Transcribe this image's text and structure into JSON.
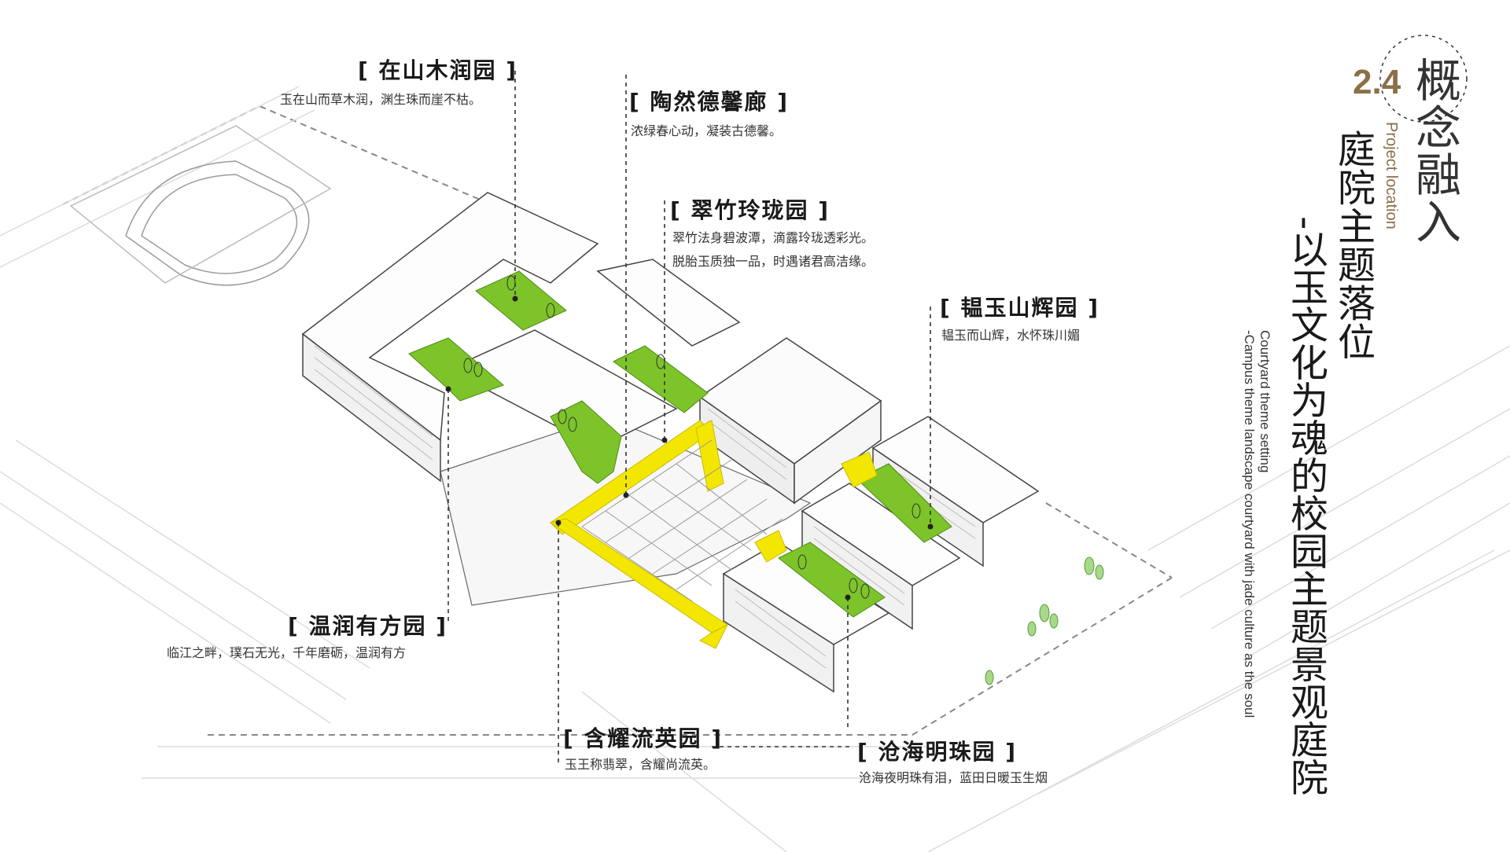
{
  "heading": {
    "number": "2.4",
    "title": "概念融入",
    "subtitle_en": "Project location"
  },
  "theme": {
    "line1": "庭院主题落位",
    "line2": "-以玉文化为魂的校园主题景观庭院",
    "en_line1": "Courtyard theme setting",
    "en_line2": "-Campus theme landscape courtyard with jade culture as the soul"
  },
  "gardens": [
    {
      "title": "[ 在山木润园 ]",
      "desc": [
        "玉在山而草木润，渊生珠而崖不枯。"
      ]
    },
    {
      "title": "[ 陶然德馨廊 ]",
      "desc": [
        "浓绿春心动，凝装古德馨。"
      ]
    },
    {
      "title": "[ 翠竹玲珑园 ]",
      "desc": [
        "翠竹法身碧波潭，滴露玲珑透彩光。",
        "脱胎玉质独一品，时遇诸君高洁缘。"
      ]
    },
    {
      "title": "[ 韫玉山辉园 ]",
      "desc": [
        "韫玉而山辉，水怀珠川媚"
      ]
    },
    {
      "title": "[ 温润有方园 ]",
      "desc": [
        "临江之畔，璞石无光，千年磨砺，温润有方"
      ]
    },
    {
      "title": "[ 含耀流英园 ]",
      "desc": [
        "玉王称翡翠，含耀尚流英。"
      ]
    },
    {
      "title": "[ 沧海明珠园 ]",
      "desc": [
        "沧海夜明珠有泪，蓝田日暖玉生烟"
      ]
    }
  ],
  "colors": {
    "courtyard_green": "#7dc42a",
    "corridor_yellow": "#f3e600",
    "heading_brown": "#8b6f47",
    "leader_line": "#333333"
  }
}
